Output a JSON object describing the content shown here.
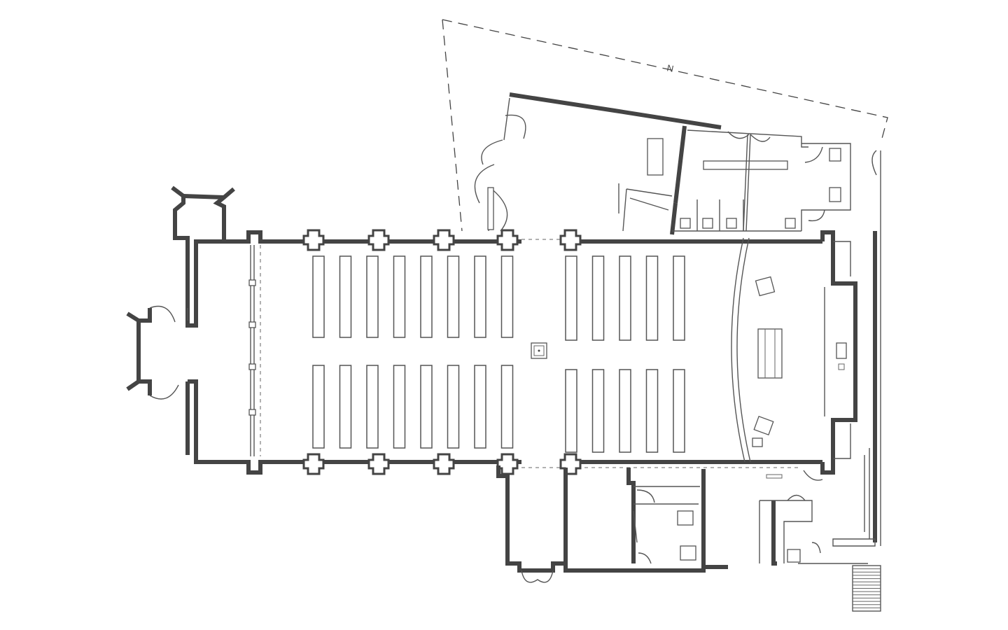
{
  "drawing": {
    "type": "architectural floor plan sketch",
    "north_mark": "N",
    "line_color": "#444444",
    "background": "#ffffff"
  },
  "nave": {
    "pew_rows_per_block": 2,
    "left_pew_columns": 8,
    "right_pew_columns": 5
  },
  "elements": {
    "stair_treads": 14
  }
}
